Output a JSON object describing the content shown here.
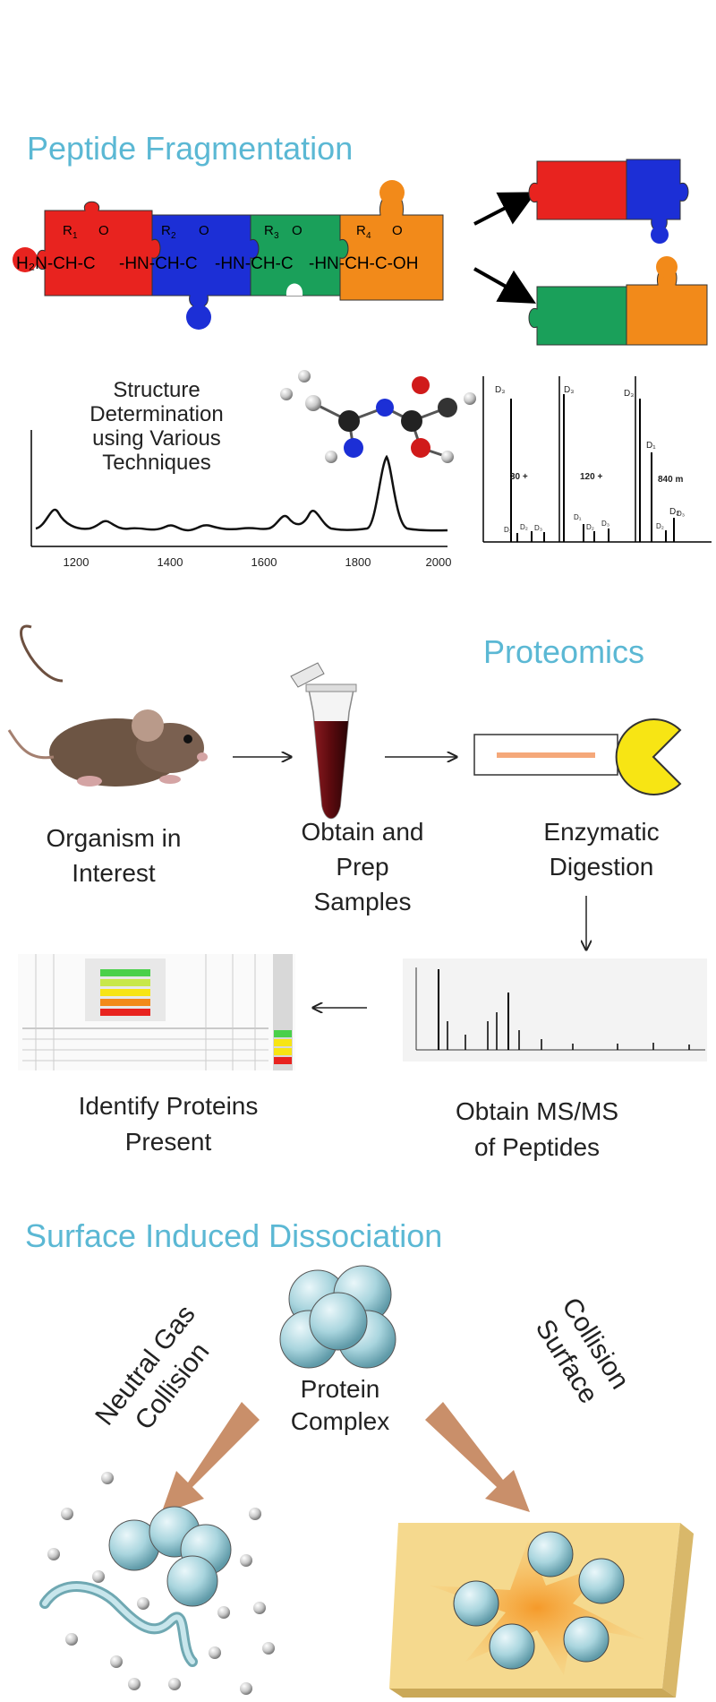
{
  "headings": {
    "peptide": "Peptide Fragmentation",
    "proteomics": "Proteomics",
    "sid": "Surface Induced Dissociation"
  },
  "chem": {
    "r1": "R",
    "r1sub": "1",
    "r2": "R",
    "r2sub": "2",
    "r3": "R",
    "r3sub": "3",
    "r4": "R",
    "r4sub": "4",
    "o": "O",
    "backbone": [
      "H₂N-CH-C",
      "-HN-CH-C",
      "-HN-CH-C",
      "-HN-CH-C-OH"
    ]
  },
  "structure": {
    "lines": [
      "Structure",
      "Determination",
      "using Various",
      "Techniques"
    ],
    "ticks": [
      "1200",
      "1400",
      "1600",
      "1800",
      "2000"
    ]
  },
  "ms_inset": {
    "labels": [
      "D₃",
      "D₃",
      "D₃",
      "D₁",
      "D₂"
    ],
    "mass": [
      "30 +",
      "120 +",
      "840 m"
    ],
    "sub": [
      "D₁",
      "D₂",
      "D₃",
      "D₁",
      "D₂",
      "D₃",
      "D₂",
      "D₃"
    ]
  },
  "proteomics_steps": {
    "organism": [
      "Organism in",
      "Interest"
    ],
    "samples": [
      "Obtain and",
      "Prep",
      "Samples"
    ],
    "digestion": [
      "Enzymatic",
      "Digestion"
    ],
    "msms": [
      "Obtain MS/MS",
      "of Peptides"
    ],
    "identify": [
      "Identify Proteins",
      "Present"
    ]
  },
  "sid": {
    "neutral": [
      "Neutral Gas",
      "Collision"
    ],
    "protein": [
      "Protein",
      "Complex"
    ],
    "surface": [
      "Surface",
      "Collision"
    ]
  },
  "colors": {
    "heading": "#5bb8d4",
    "red": "#e8231f",
    "blue": "#1c2fd6",
    "green": "#1aa05a",
    "orange": "#f28a1a",
    "sphere": "#a9d5de",
    "arrow": "#c98f6a",
    "plate": "#f5d98e",
    "blood": "#5a0a0e",
    "pacman": "#f7e514"
  }
}
